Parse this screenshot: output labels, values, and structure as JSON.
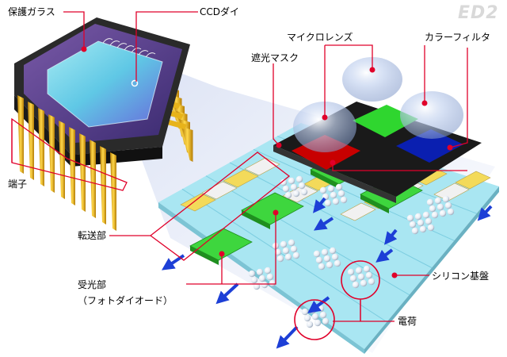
{
  "logo_text": "ED2",
  "labels": {
    "protective_glass": "保護ガラス",
    "ccd_die": "CCDダイ",
    "microlens": "マイクロレンズ",
    "color_filter": "カラーフィルタ",
    "light_shield_mask": "遮光マスク",
    "terminal": "端子",
    "transfer_section": "転送部",
    "photodiode_line1": "受光部",
    "photodiode_line2": "（フォトダイオード）",
    "silicon_substrate": "シリコン基盤",
    "charge": "電荷"
  },
  "colors": {
    "leader_line": "#e0002a",
    "die_glass": "#7ee7f0",
    "package": "#2a2a2a",
    "pins": "#e7b31a",
    "substrate": "#a9e6f2",
    "filter_green": "#2fd62f",
    "filter_red": "#c80000",
    "filter_blue": "#0a1fb0",
    "arrow": "#1d3fd6"
  }
}
